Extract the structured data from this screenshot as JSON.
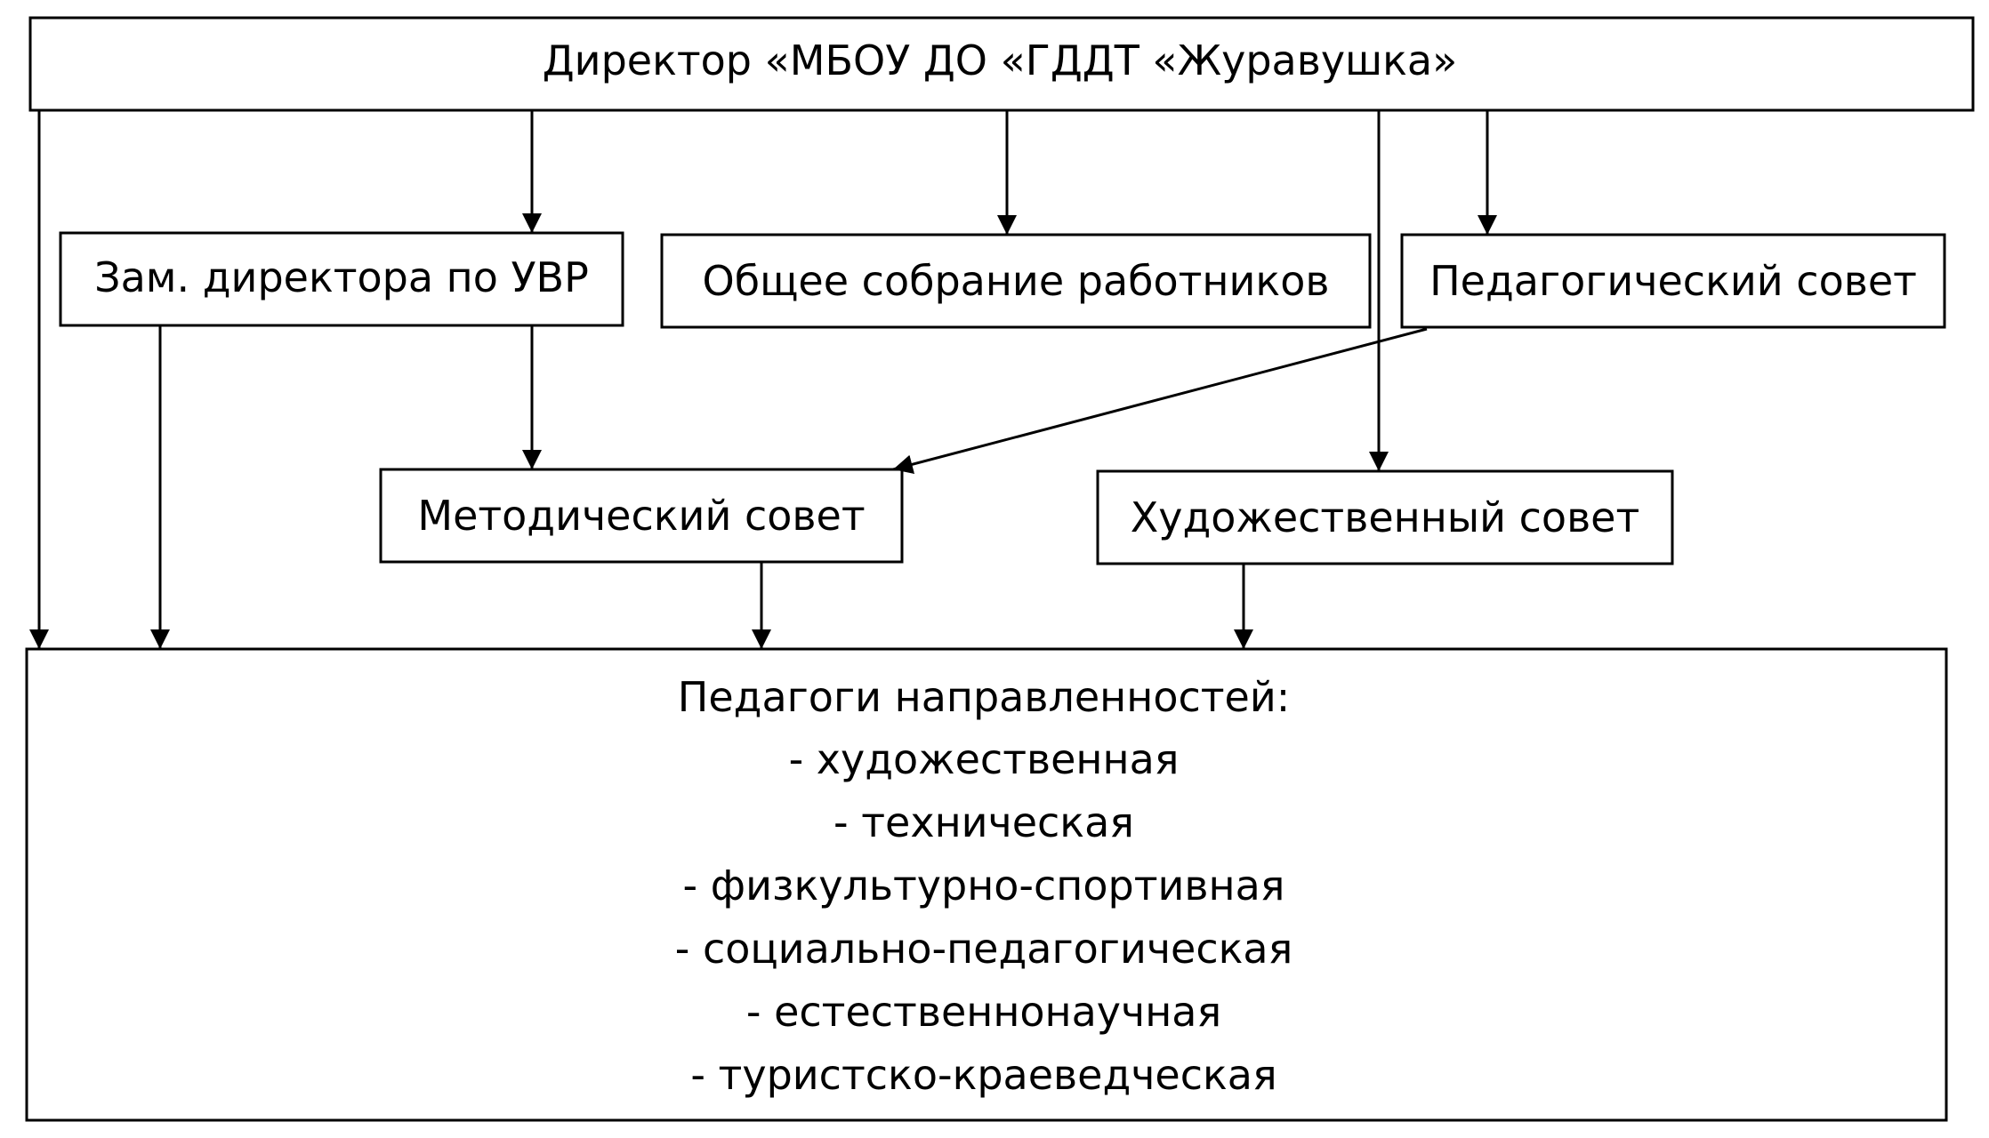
{
  "nodes": {
    "director": "Директор «МБОУ ДО «ГДДТ «Журавушка»",
    "deputy": "Зам. директора по УВР",
    "general_meeting": "Общее собрание работников",
    "pedagogical_council": "Педагогический совет",
    "methodical_council": "Методический совет",
    "art_council": "Художественный совет",
    "teachers": {
      "title": "Педагоги направленностей:",
      "items": [
        "- художественная",
        "- техническая",
        "- физкультурно-спортивная",
        "- социально-педагогическая",
        "- естественнонаучная",
        "- туристско-краеведческая"
      ]
    }
  },
  "edges": [
    [
      "director",
      "deputy"
    ],
    [
      "director",
      "general_meeting"
    ],
    [
      "director",
      "pedagogical_council"
    ],
    [
      "director",
      "art_council"
    ],
    [
      "director",
      "teachers"
    ],
    [
      "deputy",
      "methodical_council"
    ],
    [
      "deputy",
      "teachers"
    ],
    [
      "pedagogical_council",
      "methodical_council"
    ],
    [
      "methodical_council",
      "teachers"
    ],
    [
      "art_council",
      "teachers"
    ]
  ],
  "colors": {
    "stroke": "#000000",
    "background": "#ffffff"
  }
}
